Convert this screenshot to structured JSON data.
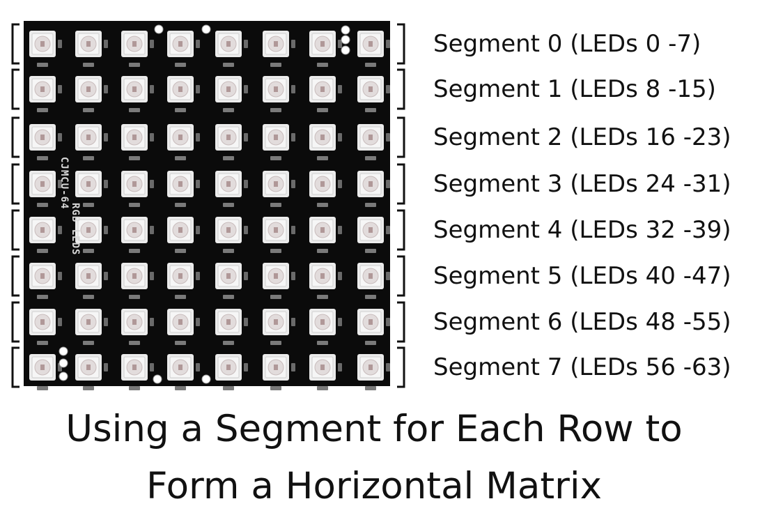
{
  "board": {
    "silkscreen_line_1": "CJMCU-64",
    "silkscreen_line_2": "RGB LEDS",
    "rows": 8,
    "cols": 8
  },
  "segments": [
    {
      "label": "Segment 0 (LEDs 0 -7)"
    },
    {
      "label": "Segment 1 (LEDs 8 -15)"
    },
    {
      "label": "Segment 2 (LEDs 16 -23)"
    },
    {
      "label": "Segment 3 (LEDs 24 -31)"
    },
    {
      "label": "Segment 4 (LEDs 32 -39)"
    },
    {
      "label": "Segment 5 (LEDs 40 -47)"
    },
    {
      "label": "Segment 6 (LEDs 48 -55)"
    },
    {
      "label": "Segment 7 (LEDs 56 -63)"
    }
  ],
  "caption": {
    "line1": "Using a Segment for Each Row to",
    "line2": "Form a Horizontal Matrix"
  },
  "colors": {
    "board": "#0b0b0b",
    "led_body": "#ececec",
    "led_center": "#b09898",
    "text": "#111111"
  }
}
